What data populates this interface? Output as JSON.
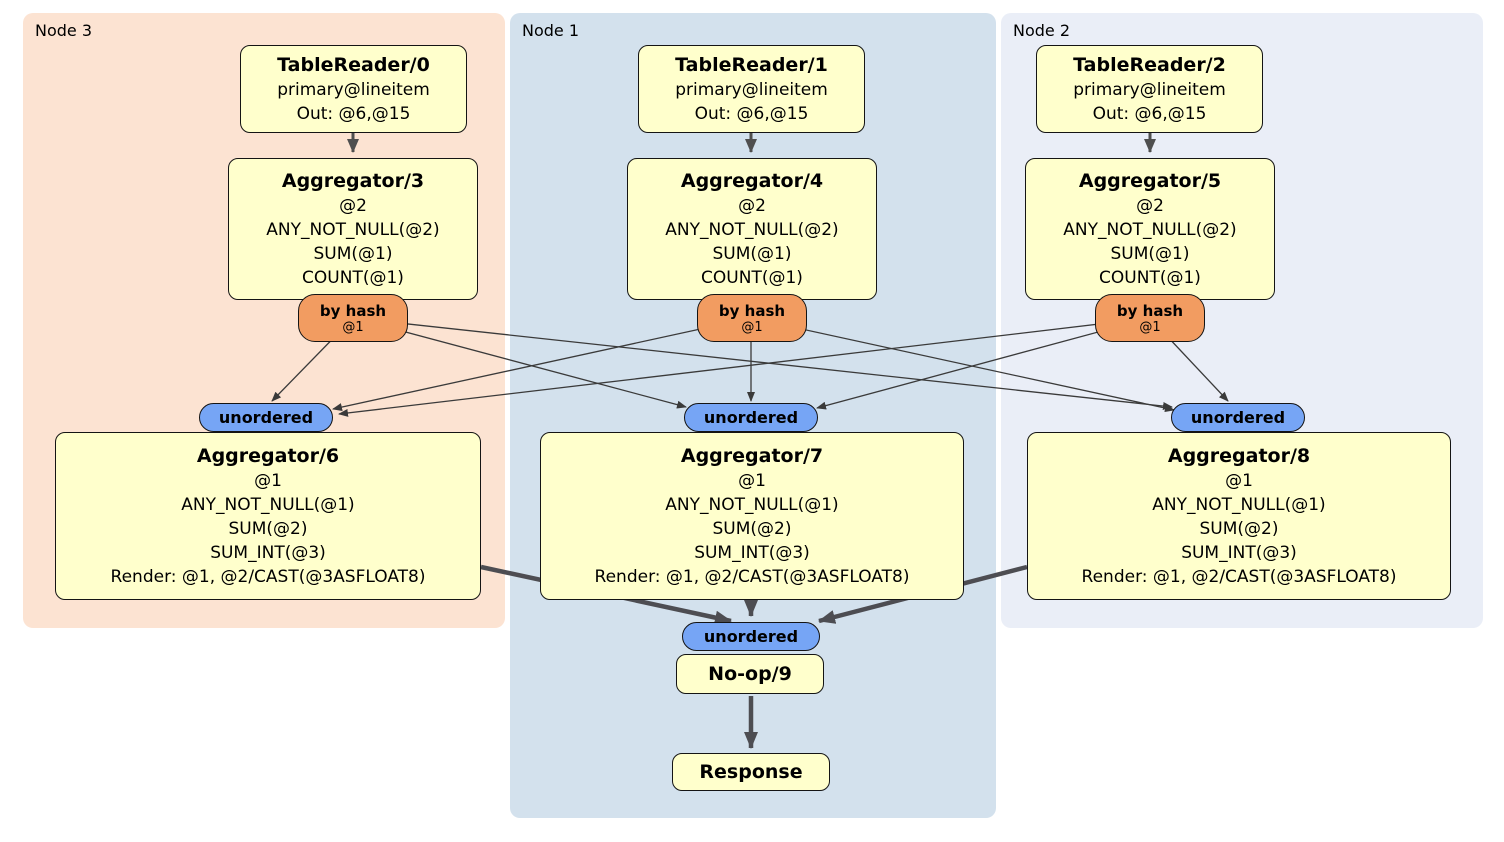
{
  "regions": {
    "node3": {
      "label": "Node 3",
      "color": "#fce3d2"
    },
    "node1": {
      "label": "Node 1",
      "color": "#d3e1ed"
    },
    "node2": {
      "label": "Node 2",
      "color": "#eaeef7"
    }
  },
  "processors": {
    "tr0": {
      "title": "TableReader/0",
      "lines": [
        "primary@lineitem",
        "Out: @6,@15"
      ]
    },
    "tr1": {
      "title": "TableReader/1",
      "lines": [
        "primary@lineitem",
        "Out: @6,@15"
      ]
    },
    "tr2": {
      "title": "TableReader/2",
      "lines": [
        "primary@lineitem",
        "Out: @6,@15"
      ]
    },
    "ag3": {
      "title": "Aggregator/3",
      "lines": [
        "@2",
        "ANY_NOT_NULL(@2)",
        "SUM(@1)",
        "COUNT(@1)"
      ]
    },
    "ag4": {
      "title": "Aggregator/4",
      "lines": [
        "@2",
        "ANY_NOT_NULL(@2)",
        "SUM(@1)",
        "COUNT(@1)"
      ]
    },
    "ag5": {
      "title": "Aggregator/5",
      "lines": [
        "@2",
        "ANY_NOT_NULL(@2)",
        "SUM(@1)",
        "COUNT(@1)"
      ]
    },
    "ag6": {
      "title": "Aggregator/6",
      "lines": [
        "@1",
        "ANY_NOT_NULL(@1)",
        "SUM(@2)",
        "SUM_INT(@3)",
        "Render: @1, @2/CAST(@3ASFLOAT8)"
      ]
    },
    "ag7": {
      "title": "Aggregator/7",
      "lines": [
        "@1",
        "ANY_NOT_NULL(@1)",
        "SUM(@2)",
        "SUM_INT(@3)",
        "Render: @1, @2/CAST(@3ASFLOAT8)"
      ]
    },
    "ag8": {
      "title": "Aggregator/8",
      "lines": [
        "@1",
        "ANY_NOT_NULL(@1)",
        "SUM(@2)",
        "SUM_INT(@3)",
        "Render: @1, @2/CAST(@3ASFLOAT8)"
      ]
    },
    "noop": {
      "title": "No-op/9"
    },
    "response": {
      "title": "Response"
    }
  },
  "router": {
    "label": "by hash",
    "sub": "@1"
  },
  "sync": {
    "label": "unordered"
  },
  "colors": {
    "box_fill": "#ffffcc",
    "router_fill": "#f29c61",
    "sync_fill": "#76a5f5",
    "edge_thin": "#3a3a3a",
    "edge_medium": "#4f4f4f",
    "edge_thick": "#4d4d52"
  }
}
